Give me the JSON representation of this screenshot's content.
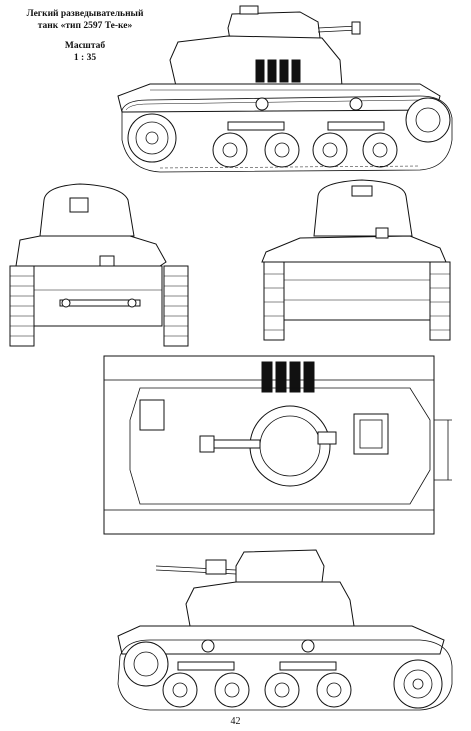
{
  "caption": {
    "title_line1": "Легкий разведывательный",
    "title_line2": "танк «тип 2597 Те-ке»",
    "scale_label": "Масштаб",
    "scale_value": "1 : 35"
  },
  "page": {
    "number": "42"
  },
  "views": [
    {
      "id": "left-side",
      "icon": "tank-side-view-drawing"
    },
    {
      "id": "front",
      "icon": "tank-front-view-drawing"
    },
    {
      "id": "rear",
      "icon": "tank-rear-view-drawing"
    },
    {
      "id": "top",
      "icon": "tank-top-view-drawing"
    },
    {
      "id": "right-side",
      "icon": "tank-side-view-drawing"
    }
  ],
  "colors": {
    "line": "#111111",
    "paper": "#ffffff"
  }
}
